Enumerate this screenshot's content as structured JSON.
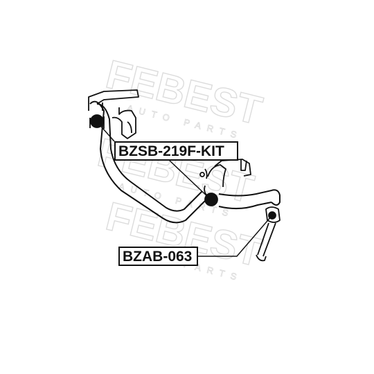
{
  "labels": {
    "stabilizer_bushing_part": "BZSB-219F-KIT",
    "link_bushing_part": "BZAB-063"
  },
  "watermark": {
    "brand": "FEBEST",
    "subtext": "AUTO PARTS"
  },
  "colors": {
    "line": "#111111",
    "watermark": "#e2e2e2",
    "background": "#ffffff"
  }
}
